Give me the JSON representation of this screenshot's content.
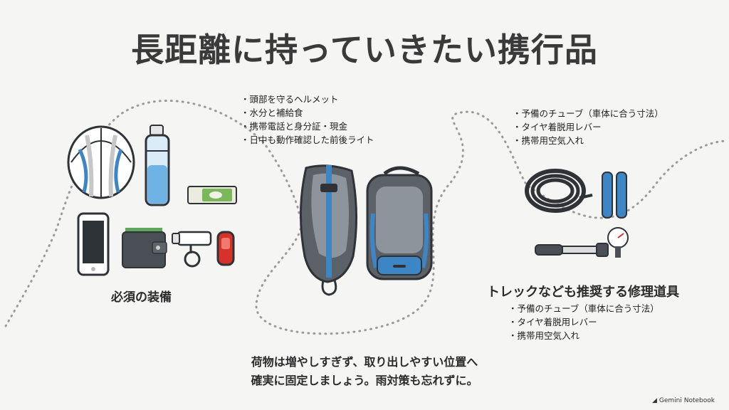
{
  "title": "長距離に持っていきたい携行品",
  "essentials": {
    "label": "必須の装備",
    "items": [
      "helmet",
      "water-bottle",
      "energy-bar",
      "smartphone",
      "wallet",
      "front-light",
      "rear-light"
    ]
  },
  "bag_list": [
    "頭部を守るヘルメット",
    "水分と補給食",
    "携帯電話と身分証・現金",
    "日中も動作確認した前後ライト"
  ],
  "repair_list_top": [
    "予備のチューブ（車体に合う寸法）",
    "タイヤ着脱用レバー",
    "携帯用空気入れ"
  ],
  "repair": {
    "heading": "トレックなども推奨する修理道具",
    "items": [
      "予備のチューブ（車体に合う寸法）",
      "タイヤ着脱用レバー",
      "携帯用空気入れ"
    ]
  },
  "bottom_note": {
    "line1": "荷物は増やしすぎず、取り出しやすい位置へ",
    "line2": "確実に固定しましょう。雨対策も忘れずに。"
  },
  "credit": {
    "text": "Gemini Notebook"
  },
  "colors": {
    "background": "#f5f5f3",
    "accent_blue": "#3d86c6",
    "dark_gray": "#4a4f55",
    "dotted_path": "#9a9a9a",
    "light_red": "#d6322b"
  }
}
